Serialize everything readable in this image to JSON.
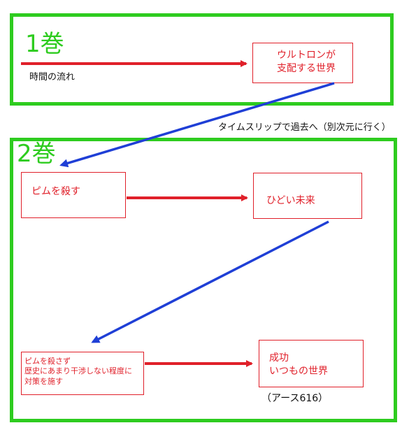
{
  "colors": {
    "frame": "#2ecc1f",
    "flow": "#e0202a",
    "jump": "#1f3fd6",
    "text": "#111111"
  },
  "vol1": {
    "label": "1巻",
    "time_label": "時間の流れ",
    "box": {
      "line1": "ウルトロンが",
      "line2": "支配する世界"
    }
  },
  "jump_label": "タイムスリップで過去へ（別次元に行く）",
  "vol2": {
    "label": "2巻",
    "box_a": "ピムを殺す",
    "box_b": "ひどい未来",
    "box_c": {
      "line1": "ピムを殺さず",
      "line2": "歴史にあまり干渉しない程度に",
      "line3": "対策を施す"
    },
    "box_d": {
      "line1": "成功",
      "line2": "いつもの世界"
    },
    "earth_label": "（アース616）"
  }
}
